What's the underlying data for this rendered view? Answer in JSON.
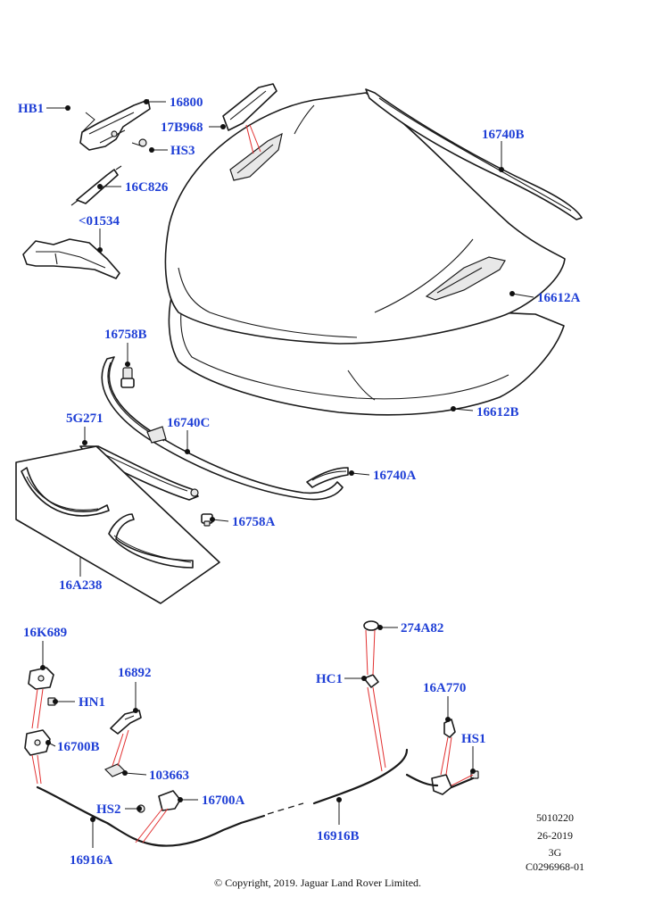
{
  "callouts": {
    "HB1": "HB1",
    "p16800": "16800",
    "p17B968": "17B968",
    "HS3": "HS3",
    "p16740B": "16740B",
    "p16C826": "16C826",
    "p01534": "<01534",
    "p16612A": "16612A",
    "p16758B": "16758B",
    "p16612B": "16612B",
    "p5G271": "5G271",
    "p16740C": "16740C",
    "p16740A": "16740A",
    "p16758A": "16758A",
    "p16A238": "16A238",
    "p16K689": "16K689",
    "p274A82": "274A82",
    "p16892": "16892",
    "HC1": "HC1",
    "HN1": "HN1",
    "p16A770": "16A770",
    "p16700B": "16700B",
    "HS1": "HS1",
    "p103663": "103663",
    "HS2": "HS2",
    "p16700A": "16700A",
    "p16916B": "16916B",
    "p16916A": "16916A"
  },
  "meta": {
    "line1": "5010220",
    "line2": "26-2019",
    "line3": "3G",
    "line4": "C0296968-01"
  },
  "copyright": "© Copyright, 2019. Jaguar Land Rover Limited.",
  "colors": {
    "callout": "#1f3fd6",
    "leader_red": "#e23030",
    "line": "#1a1a1a"
  }
}
